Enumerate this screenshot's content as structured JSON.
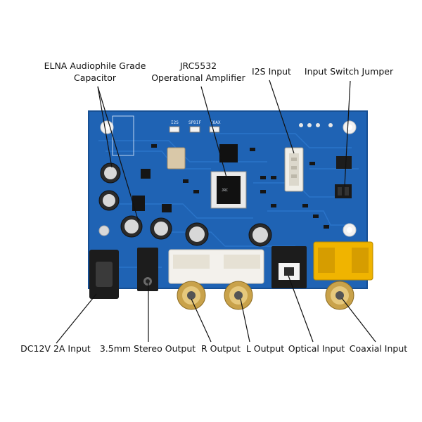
{
  "labels": {
    "elna": [
      "ELNA Audiophile Grade",
      "Capacitor"
    ],
    "jrc": [
      "JRC5532",
      "Operational Amplifier"
    ],
    "i2s": "I2S Input",
    "jumper": "Input Switch Jumper",
    "dc": "DC12V 2A Input",
    "stereo": "3.5mm Stereo Output",
    "r_out": "R Output",
    "l_out": "L Output",
    "optical": "Optical Input",
    "coaxial": "Coaxial Input"
  },
  "silkscreen": {
    "spdif": "SPDIF",
    "i2s": "I2S",
    "coax": "COAX",
    "jrc": "JRC"
  },
  "colors": {
    "board": "#1f63b4",
    "board_edge": "#174f93",
    "trace": "#2a74c9",
    "gold": "#c9a24a",
    "coax_yellow": "#f0b400",
    "rca_white": "#f3f1ec"
  }
}
